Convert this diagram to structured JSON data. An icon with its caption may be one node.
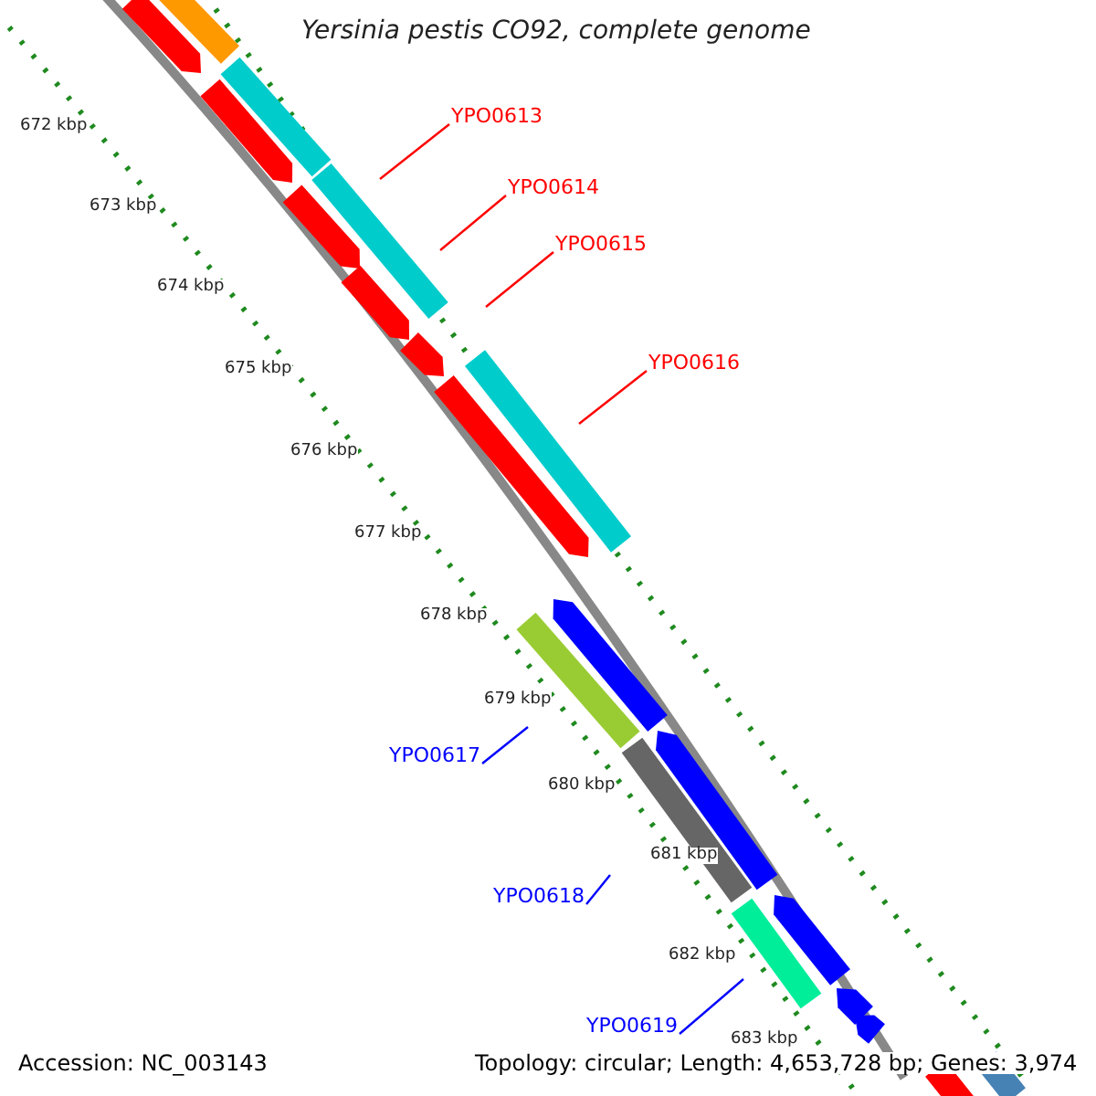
{
  "diagram": {
    "title": "Yersinia pestis CO92, complete genome",
    "nodes": [
      {
        "text": [
          "YPO0613"
        ]
      },
      {
        "text": [
          "YPO0614"
        ]
      },
      {
        "text": [
          "YPO0615"
        ]
      },
      {
        "text": [
          "YPO0616"
        ]
      },
      {
        "text": [
          "YPO0617"
        ]
      },
      {
        "text": [
          "YPO0618"
        ]
      },
      {
        "text": [
          "YPO0619"
        ]
      }
    ],
    "edges": [
      {
        "from": 0,
        "to": null,
        "arrow": "none"
      },
      {
        "from": 1,
        "to": null,
        "arrow": "none"
      },
      {
        "from": 2,
        "to": null,
        "arrow": "none"
      },
      {
        "from": 3,
        "to": null,
        "arrow": "none"
      },
      {
        "from": 4,
        "to": null,
        "arrow": "none",
        "color": "#0000ff"
      },
      {
        "from": 5,
        "to": null,
        "arrow": "none",
        "color": "#0000ff"
      },
      {
        "from": 6,
        "to": null,
        "arrow": "none",
        "color": "#0000ff"
      }
    ],
    "labels": [
      "672 kbp",
      "673 kbp",
      "674 kbp",
      "675 kbp",
      "676 kbp",
      "677 kbp",
      "678 kbp",
      "679 kbp",
      "680 kbp",
      "681 kbp",
      "682 kbp",
      "683 kbp",
      "Accession: NC_003143",
      "Topology: circular; Length: 4,653,728 bp; Genes: 3,974"
    ]
  }
}
